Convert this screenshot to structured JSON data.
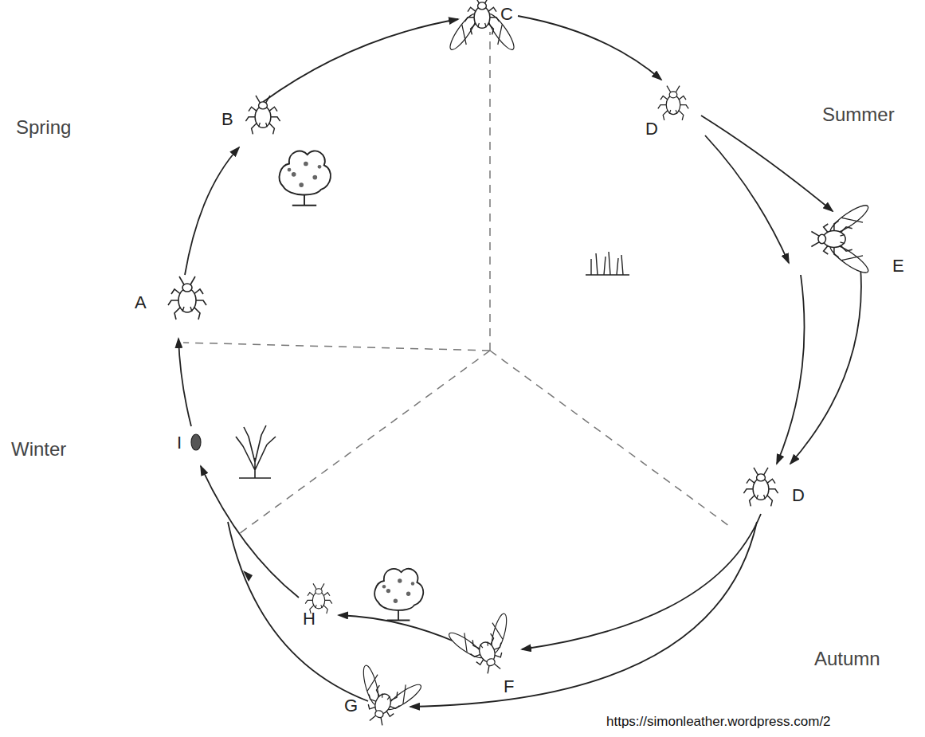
{
  "diagram": {
    "labels": [
      "Spring",
      "C",
      "B",
      "D",
      "Summer",
      "E",
      "A",
      "Winter",
      "I",
      "D",
      "H",
      "F",
      "Autumn",
      "G",
      "https://simonleather.wordpress.com/2"
    ]
  }
}
